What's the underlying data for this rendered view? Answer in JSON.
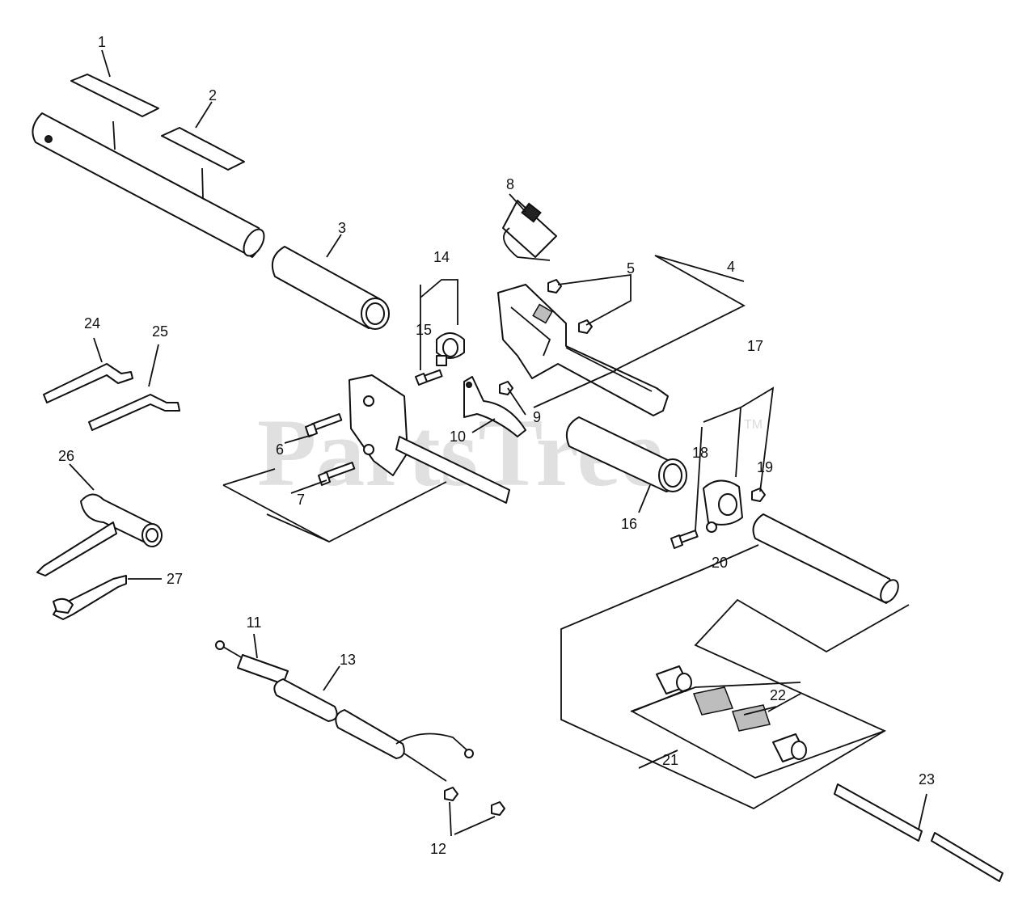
{
  "watermark": {
    "text": "PartsTree",
    "trademark": "TM"
  },
  "callouts": {
    "c1": "1",
    "c2": "2",
    "c3": "3",
    "c4": "4",
    "c5": "5",
    "c6": "6",
    "c7": "7",
    "c8": "8",
    "c9": "9",
    "c10": "10",
    "c11": "11",
    "c12": "12",
    "c13": "13",
    "c14": "14",
    "c15": "15",
    "c16": "16",
    "c17": "17",
    "c18": "18",
    "c19": "19",
    "c20": "20",
    "c21": "21",
    "c22": "22",
    "c23": "23",
    "c24": "24",
    "c25": "25",
    "c26": "26",
    "c27": "27"
  }
}
